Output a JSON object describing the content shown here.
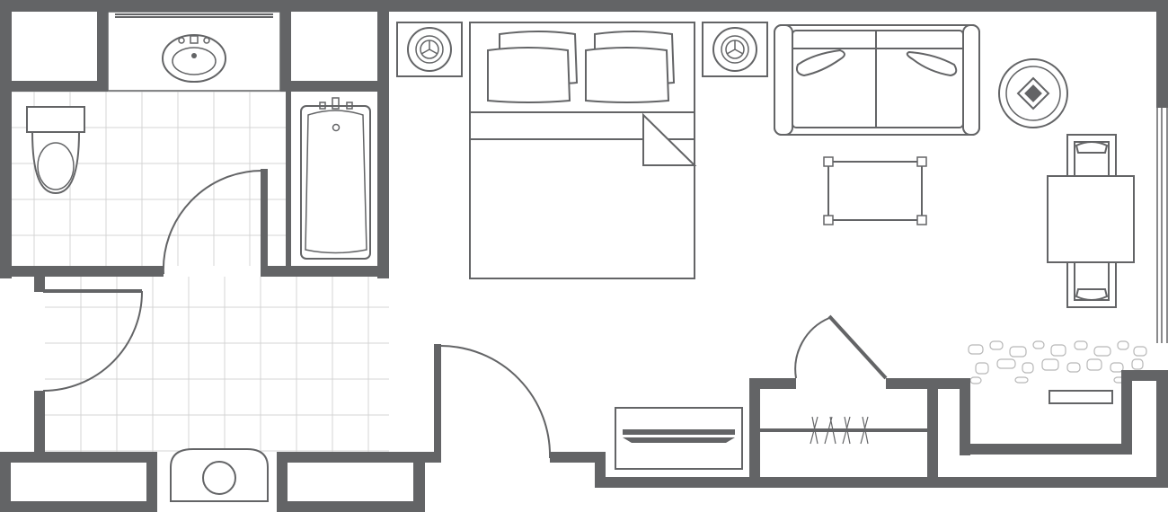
{
  "colors": {
    "wall": "#636466",
    "tile_grid": "#d4d4d4",
    "background": "#ffffff",
    "stone_pattern": "#b7b7b7"
  },
  "rooms": [
    "bathroom",
    "entry-hallway",
    "bedroom-living-area",
    "closet",
    "kitchenette"
  ],
  "furniture": [
    "king-bed",
    "nightstand-lamp-left",
    "nightstand-lamp-right",
    "sofa",
    "coffee-table",
    "side-table-with-lamp",
    "dining-table",
    "dining-chair-top",
    "dining-chair-bottom",
    "dresser",
    "bathroom-sink",
    "toilet",
    "bathtub",
    "entry-vanity-sink"
  ],
  "icons": [
    "door-swing-icon",
    "window-icon",
    "stone-floor-pattern",
    "tile-grid"
  ]
}
